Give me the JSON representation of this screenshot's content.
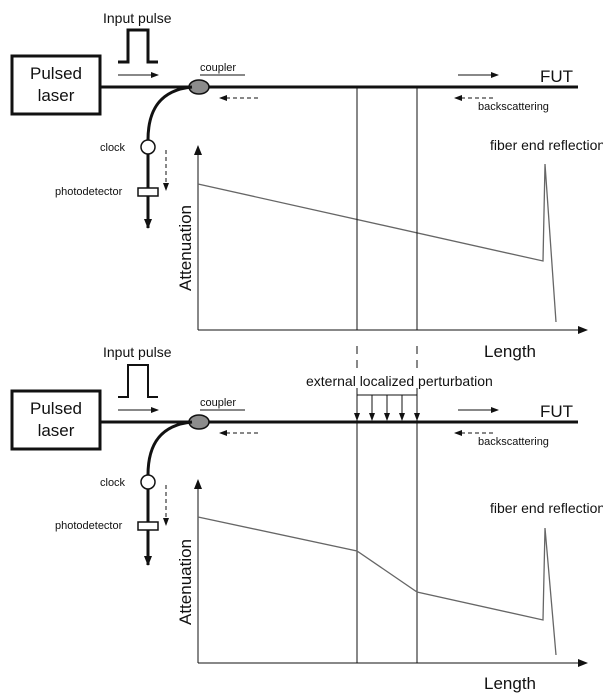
{
  "panels": [
    {
      "input_pulse": "Input pulse",
      "laser": [
        "Pulsed",
        "laser"
      ],
      "coupler": "coupler",
      "fut": "FUT",
      "backscattering": "backscattering",
      "clock": "clock",
      "photodetector": "photodetector",
      "y_axis": "Attenuation",
      "x_axis": "Length",
      "fiber_end": "fiber end reflection",
      "perturbation": ""
    },
    {
      "input_pulse": "Input pulse",
      "laser": [
        "Pulsed",
        "laser"
      ],
      "coupler": "coupler",
      "fut": "FUT",
      "backscattering": "backscattering",
      "clock": "clock",
      "photodetector": "photodetector",
      "y_axis": "Attenuation",
      "x_axis": "Length",
      "fiber_end": "fiber end reflection",
      "perturbation": "external localized perturbation"
    }
  ],
  "colors": {
    "ink": "#111111",
    "coupler": "#8c8c8c",
    "trace": "#666666"
  }
}
